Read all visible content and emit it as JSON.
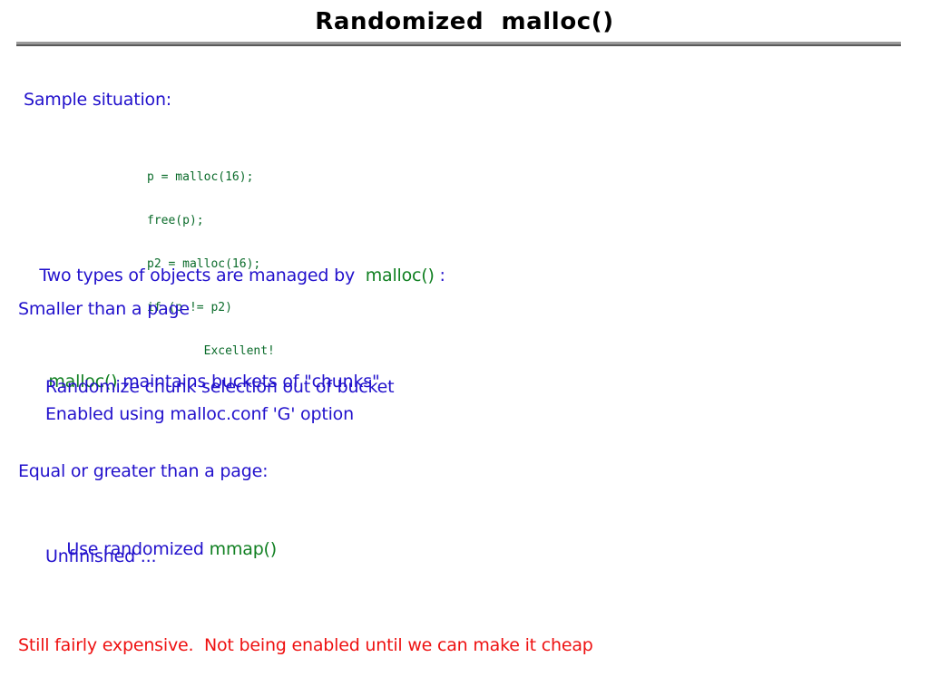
{
  "slide": {
    "title": "Randomized  malloc()",
    "heading_sample": "Sample situation:",
    "code_block": {
      "lines": [
        "p = malloc(16);",
        "free(p);",
        "p2 = malloc(16);",
        "if (p != p2)",
        "        Excellent!"
      ]
    },
    "two_types": {
      "prefix": "Two types of objects are managed by  ",
      "code": "malloc()",
      "suffix": " :"
    },
    "smaller_heading": "Smaller than a page",
    "bullet_malloc": {
      "code": "malloc()",
      "rest": " maintains buckets of \"chunks\""
    },
    "bullet_randomize": "Randomize chunk selection out of bucket",
    "bullet_enabled": "Enabled using malloc.conf 'G' option",
    "equal_heading": "Equal or greater than a page:",
    "bullet_mmap": {
      "prefix": "Use randomized ",
      "code": "mmap()"
    },
    "bullet_unfinished": "Unfinished ...",
    "footer_note": "Still fairly expensive.  Not being enabled until we can make it cheap"
  },
  "colors": {
    "body_blue": "#2211cc",
    "code_green": "#118022",
    "mono_green": "#0a6b2a",
    "accent_red": "#ee1111",
    "rule_gray": "#9a9a9a",
    "rule_shadow": "#595959",
    "title_black": "#000000"
  }
}
